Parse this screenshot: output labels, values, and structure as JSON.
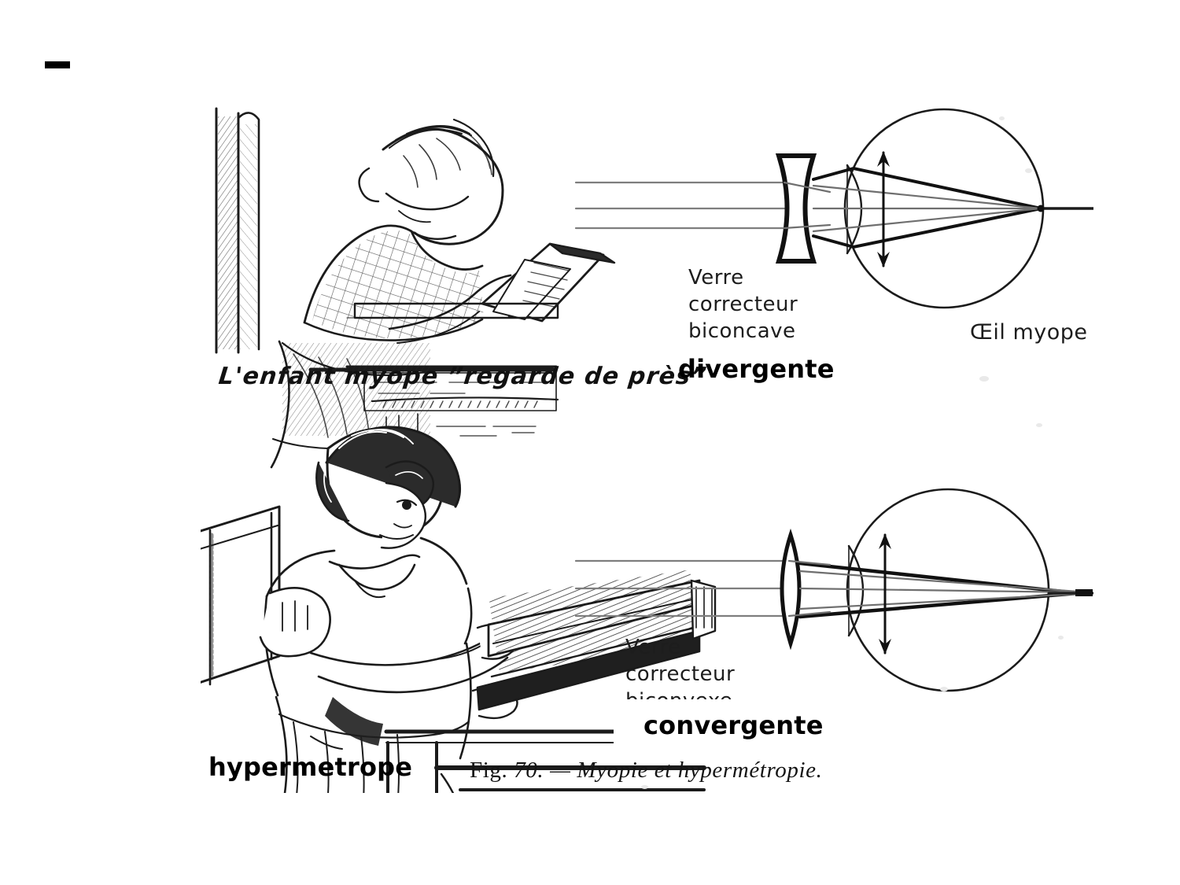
{
  "slide": {
    "background_color": "#ffffff",
    "ink_color": "#1b1b1b",
    "annotation_color": "#000000",
    "bullet_dash": "–"
  },
  "figure": {
    "number_label": "Fig.",
    "number": "70.",
    "dash": "—",
    "title_italic": "Myopie et hypermétropie.",
    "caption_full": "Fig. 70. — Myopie et hypermétropie."
  },
  "panels": [
    {
      "id": "myopia",
      "illustration_caption": "L'enfant myope ”regarde de près”",
      "lens_label_lines": [
        "Verre",
        "correcteur",
        "biconcave"
      ],
      "lens_label_full": "Verre correcteur biconcave",
      "eye_label": "Œil myope",
      "annotation": "divergente",
      "lens_type": "biconcave",
      "ray_count": 3,
      "focus_position": "on retina (corrected)"
    },
    {
      "id": "hypermetropia",
      "illustration_caption": "",
      "lens_label_lines": [
        "Verre",
        "correcteur",
        "biconvexe"
      ],
      "lens_label_full": "Verre correcteur biconvexe",
      "eye_label": "",
      "annotation": "convergente",
      "person_annotation": "hypermetrope",
      "lens_type": "biconvexe",
      "ray_count": 3,
      "focus_position": "behind retina"
    }
  ],
  "annotations": {
    "divergente": "divergente",
    "convergente": "convergente",
    "hypermetrope": "hypermetrope"
  },
  "scan_labels": {
    "verre_1": "Verre",
    "correcteur_1": "correcteur",
    "biconcave": "biconcave",
    "verre_2": "Verre",
    "correcteur_2": "correcteur",
    "biconvexe": "biconvexe",
    "oeil_myope": "Œil myope"
  }
}
